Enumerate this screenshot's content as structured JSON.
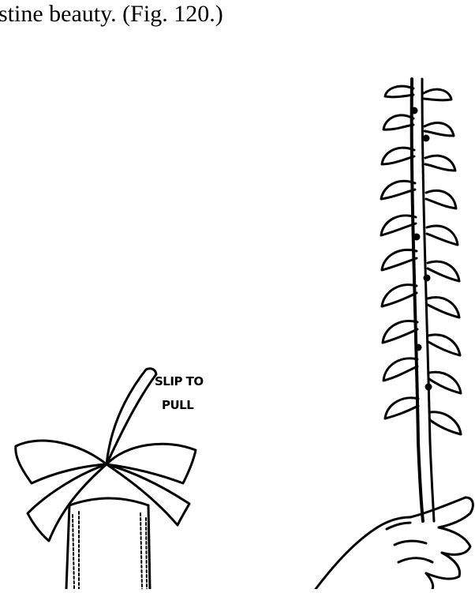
{
  "page": {
    "text_line": "stine beauty. (Fig. 120.)"
  },
  "figure": {
    "label_line1": "SLIP TO",
    "label_line2": "PULL"
  }
}
